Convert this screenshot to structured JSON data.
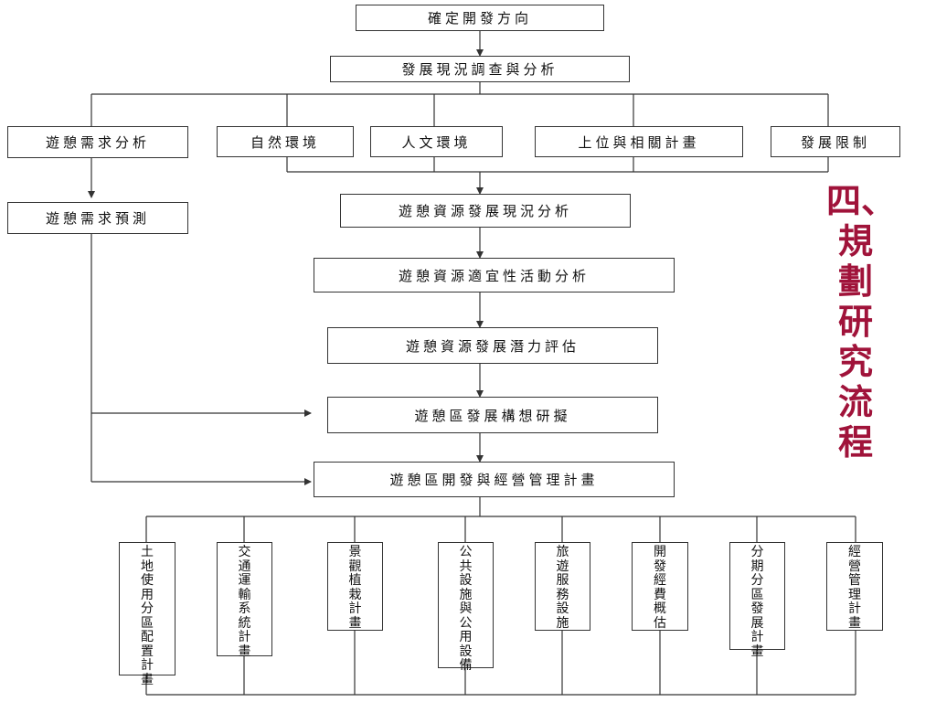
{
  "side_title": "四、規劃研究流程",
  "flow": {
    "step1": "確定開發方向",
    "step2": "發展現況調查與分析",
    "survey": {
      "demand_analysis": "遊憩需求分析",
      "natural_env": "自然環境",
      "human_env": "人文環境",
      "upper_plan": "上位與相關計畫",
      "constraints": "發展限制"
    },
    "demand_forecast": "遊憩需求預測",
    "step3": "遊憩資源發展現況分析",
    "step4": "遊憩資源適宜性活動分析",
    "step5": "遊憩資源發展潛力評估",
    "step6": "遊憩區發展構想研擬",
    "step7": "遊憩區開發與經營管理計畫"
  },
  "plans": [
    "土地使用分區配置計畫",
    "交通運輸系統計畫",
    "景觀植栽計畫",
    "公共設施與公用設備",
    "旅遊服務設施",
    "開發經費概估",
    "分期分區發展計畫",
    "經營管理計畫"
  ]
}
